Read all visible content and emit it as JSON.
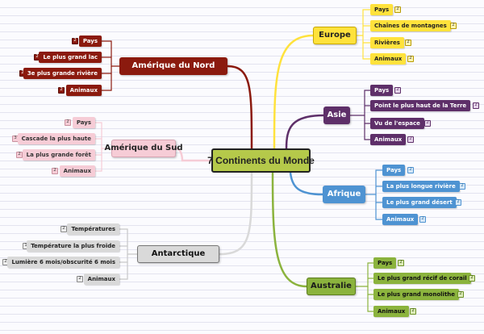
{
  "title": "7 Continents du Monde",
  "colors": {
    "europe": "#ffe23c",
    "asie": "#5e2f69",
    "afrique": "#4e93d2",
    "australie": "#8bb33d",
    "amerique_nord": "#8b1a0e",
    "amerique_sud": "#f6ccd6",
    "antarctique": "#d9d9d9",
    "center": "#b5c94a"
  },
  "branches": {
    "europe": {
      "label": "Europe",
      "items": [
        {
          "label": "Pays",
          "badge": "2"
        },
        {
          "label": "Chaînes de montagnes",
          "badge": "2"
        },
        {
          "label": "Rivières",
          "badge": "2"
        },
        {
          "label": "Animaux",
          "badge": "2"
        }
      ]
    },
    "asie": {
      "label": "Asie",
      "items": [
        {
          "label": "Pays",
          "badge": "2"
        },
        {
          "label": "Point le plus haut de la Terre",
          "badge": "2"
        },
        {
          "label": "Vu de l'espace",
          "badge": "2"
        },
        {
          "label": "Animaux",
          "badge": "2"
        }
      ]
    },
    "afrique": {
      "label": "Afrique",
      "items": [
        {
          "label": "Pays",
          "badge": "2"
        },
        {
          "label": "La plus longue rivière",
          "badge": "2"
        },
        {
          "label": "Le plus grand désert",
          "badge": "2"
        },
        {
          "label": "Animaux",
          "badge": "2"
        }
      ]
    },
    "australie": {
      "label": "Australie",
      "items": [
        {
          "label": "Pays",
          "badge": "2"
        },
        {
          "label": "Le plus grand récif de corail",
          "badge": "2"
        },
        {
          "label": "Le plus grand monolithe",
          "badge": "2"
        },
        {
          "label": "Animaux",
          "badge": "2"
        }
      ]
    },
    "amerique_nord": {
      "label": "Amérique du Nord",
      "items": [
        {
          "label": "Pays",
          "badge": "2"
        },
        {
          "label": "Le plus grand lac",
          "badge": "2"
        },
        {
          "label": "3e plus grande rivière",
          "badge": "2"
        },
        {
          "label": "Animaux",
          "badge": "2"
        }
      ]
    },
    "amerique_sud": {
      "label": "Amérique du Sud",
      "items": [
        {
          "label": "Pays",
          "badge": "2"
        },
        {
          "label": "Cascade la plus haute",
          "badge": "3"
        },
        {
          "label": "La plus grande forêt",
          "badge": "2"
        },
        {
          "label": "Animaux",
          "badge": "2"
        }
      ]
    },
    "antarctique": {
      "label": "Antarctique",
      "items": [
        {
          "label": "Températures",
          "badge": "2"
        },
        {
          "label": "Température la plus froide",
          "badge": "1"
        },
        {
          "label": "Lumière 6 mois/obscurité 6 mois",
          "badge": "2"
        },
        {
          "label": "Animaux",
          "badge": "2"
        }
      ]
    }
  }
}
